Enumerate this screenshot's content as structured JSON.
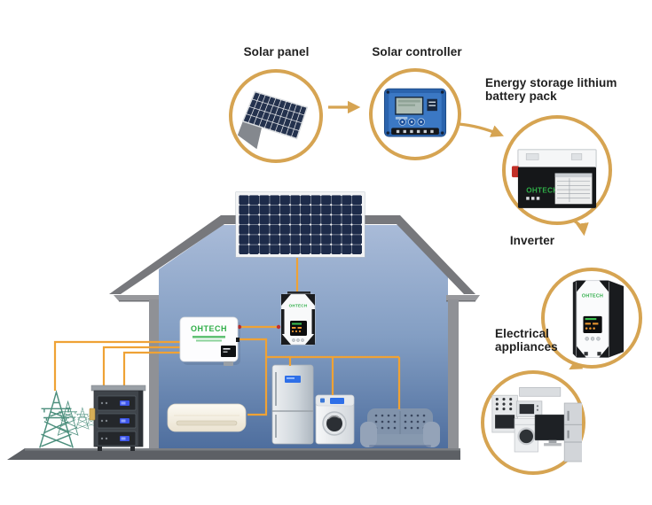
{
  "labels": {
    "solar_panel": "Solar panel",
    "solar_controller": "Solar controller",
    "battery_pack_line1": "Energy storage lithium",
    "battery_pack_line2": "battery pack",
    "inverter": "Inverter",
    "appliances_line1": "Electrical",
    "appliances_line2": "appliances"
  },
  "brand": {
    "logo": "OHTECH",
    "logo_color": "#2FAE48"
  },
  "flow": [
    "Solar panel",
    "Solar controller",
    "Energy storage lithium battery pack",
    "Inverter",
    "Electrical appliances"
  ],
  "colors": {
    "ring_and_arrows": "#D6A452",
    "wires": "#EFA235",
    "wall_gradient_top": "#A9BBD8",
    "wall_gradient_bottom": "#4E6E9E",
    "roof": "#77787C",
    "floor": "#5D6065",
    "towers": "#4C8F7D",
    "solar_cells": "#1D2B4A",
    "display_blue": "#2E6FE8",
    "label_text": "#1F1F1F"
  }
}
